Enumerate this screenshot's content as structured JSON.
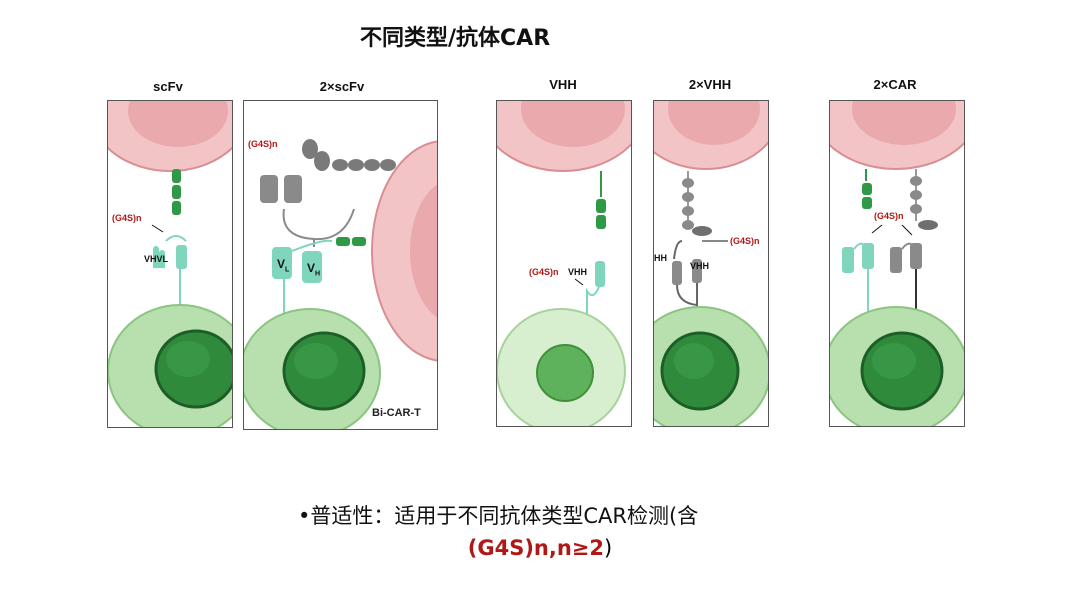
{
  "title": "不同类型/抗体CAR",
  "panels": [
    {
      "label": "scFv",
      "annotations": {
        "linker": "(G4S)n",
        "domain": "VHVL"
      }
    },
    {
      "label": "2×scFv",
      "annotations": {
        "linker": "(G4S)n",
        "vl": "V",
        "vl_sub": "L",
        "vh": "V",
        "vh_sub": "H",
        "corner": "Bi-CAR-T"
      }
    },
    {
      "label": "VHH",
      "annotations": {
        "linker": "(G4S)n",
        "domain": "VHH"
      }
    },
    {
      "label": "2×VHH",
      "annotations": {
        "linker": "(G4S)n",
        "domain_left": "VHH",
        "domain_right": "VHH"
      }
    },
    {
      "label": "2×CAR",
      "annotations": {
        "linker": "(G4S)n"
      }
    }
  ],
  "footnote": {
    "bullet": "•",
    "line1": "普适性：适用于不同抗体类型CAR检测(含",
    "line2_highlight": "(G4S)n,n≥2",
    "line2_tail": ")"
  },
  "colors": {
    "tumor": "#f2c4c6",
    "tumor_edge": "#d98e94",
    "cell": "#b8dfae",
    "nucleus": "#2f8a3c",
    "receptor_teal": "#7fd6bc",
    "receptor_gray": "#8a8a8a",
    "antigen_green": "#2f9a46",
    "linker_red": "#b01818"
  }
}
